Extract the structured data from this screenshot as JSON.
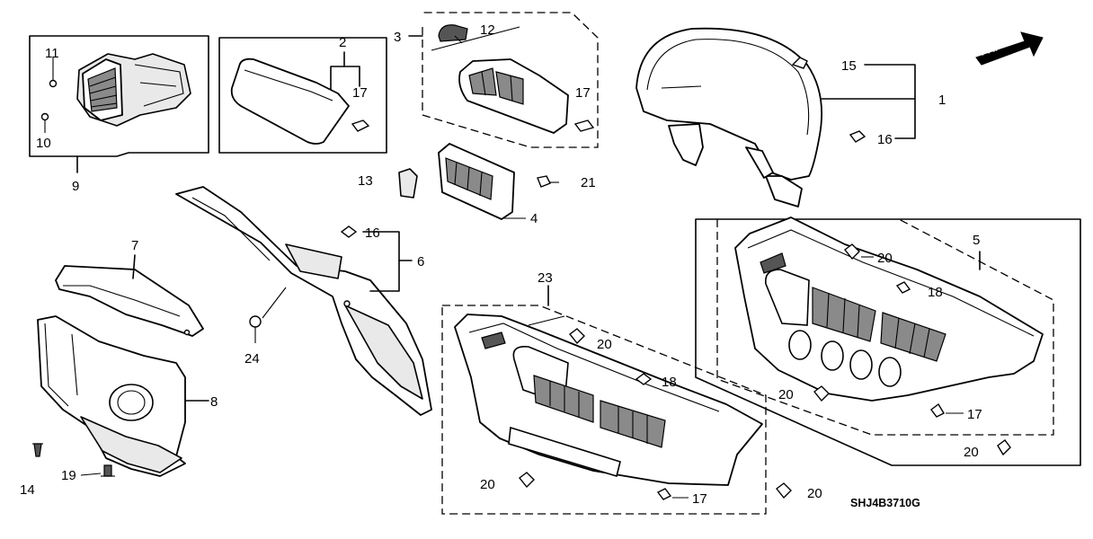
{
  "labels": {
    "p1": "1",
    "p2": "2",
    "p3": "3",
    "p4": "4",
    "p5": "5",
    "p6": "6",
    "p7": "7",
    "p8": "8",
    "p9": "9",
    "p10": "10",
    "p11": "11",
    "p12": "12",
    "p13": "13",
    "p14": "14",
    "p15": "15",
    "p16a": "16",
    "p16b": "16",
    "p17a": "17",
    "p17b": "17",
    "p17c": "17",
    "p17d": "17",
    "p18a": "18",
    "p18b": "18",
    "p19": "19",
    "p20a": "20",
    "p20b": "20",
    "p20c": "20",
    "p20d": "20",
    "p20e": "20",
    "p20f": "20",
    "p21": "21",
    "p23": "23",
    "p24": "24"
  },
  "front_arrow": "FR.",
  "diagram_code": "SHJ4B3710G"
}
